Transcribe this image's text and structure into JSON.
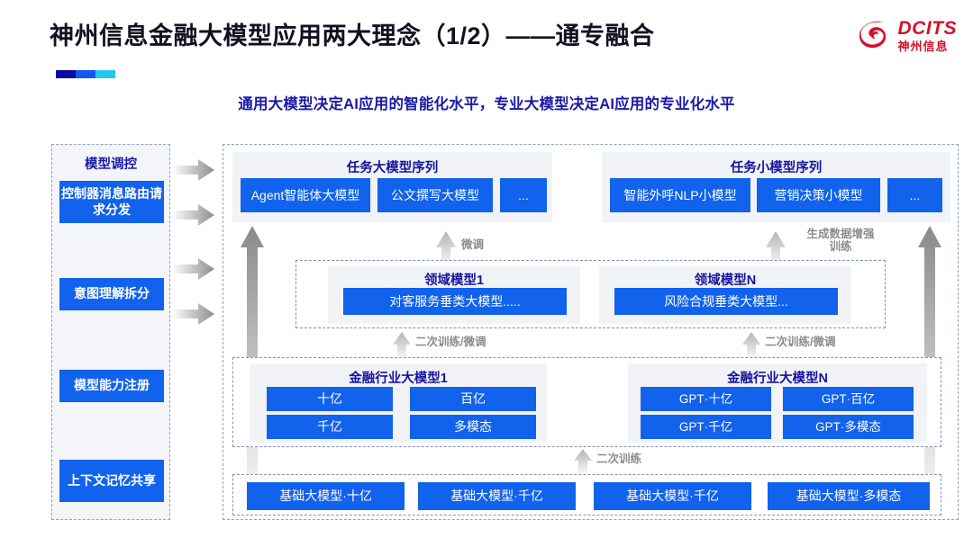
{
  "header": {
    "title": "神州信息金融大模型应用两大理念（1/2）——通专融合",
    "subtitle": "通用大模型决定AI应用的智能化水平，专业大模型决定AI应用的专业化水平",
    "accent_colors": [
      "#0b0b9c",
      "#1456f0",
      "#26c6f0"
    ],
    "logo": {
      "icon": "dcits-swirl-icon",
      "english": "DCITS",
      "chinese": "神州信息",
      "color": "#d4112a"
    }
  },
  "theme": {
    "blue_box": "#1162ec",
    "title_blue": "#14149e",
    "panel_gray": "#f1f3f7",
    "dashed_border": "#7f93bb",
    "arrow_gray": "#9a9a9a"
  },
  "left_panel": {
    "title": "模型调控",
    "items": [
      {
        "label": "控制器消息路由请求分发"
      },
      {
        "label": "意图理解拆分"
      },
      {
        "label": "模型能力注册"
      },
      {
        "label": "上下文记忆共享"
      }
    ],
    "arrows": [
      "right-arrow-1",
      "right-arrow-2",
      "right-arrow-3",
      "right-arrow-4"
    ]
  },
  "task_groups": [
    {
      "name": "task-large-model-sequence",
      "title": "任务大模型序列",
      "boxes": [
        "Agent智能体大模型",
        "公文撰写大模型",
        "..."
      ]
    },
    {
      "name": "task-small-model-sequence",
      "title": "任务小模型序列",
      "boxes": [
        "智能外呼NLP小模型",
        "营销决策小模型",
        "..."
      ]
    }
  ],
  "domain_groups": [
    {
      "name": "domain-model-1",
      "title": "领域模型1",
      "box": "对客服务垂类大模型....."
    },
    {
      "name": "domain-model-n",
      "title": "领域模型N",
      "box": "风险合规垂类大模型..."
    }
  ],
  "industry_groups": [
    {
      "name": "finance-industry-large-model-1",
      "title": "金融行业大模型1",
      "boxes": [
        "十亿",
        "百亿",
        "千亿",
        "多模态"
      ]
    },
    {
      "name": "finance-industry-large-model-n",
      "title": "金融行业大模型N",
      "boxes": [
        "GPT·十亿",
        "GPT·百亿",
        "GPT·千亿",
        "GPT·多模态"
      ]
    }
  ],
  "foundation": {
    "name": "foundation-models",
    "boxes": [
      "基础大模型·十亿",
      "基础大模型·千亿",
      "基础大模型·千亿",
      "基础大模型·多模态"
    ]
  },
  "flow_labels": {
    "fine_tune": "微调",
    "data_augment_line1": "生成数据增强",
    "data_augment_line2": "训练",
    "retrain_finetune_left": "二次训练/微调",
    "retrain_finetune_right": "二次训练/微调",
    "retrain": "二次训练"
  }
}
